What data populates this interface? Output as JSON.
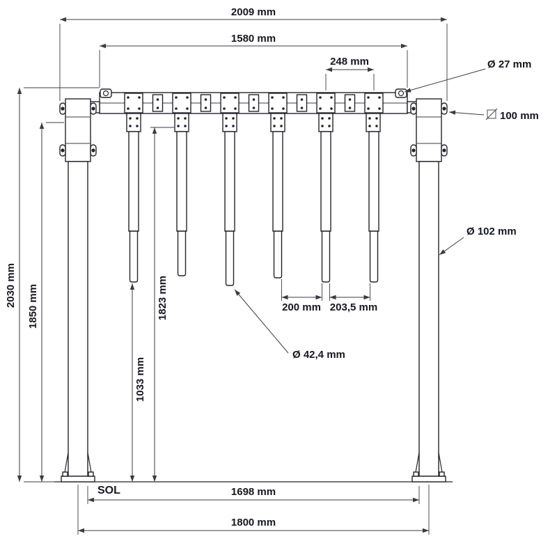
{
  "labels": {
    "dim_overall_width": "2009 mm",
    "dim_rail_length": "1580 mm",
    "dim_hanger_spacing": "248 mm",
    "dim_hole_diameter": "Ø 27 mm",
    "dim_rail_section": "100 mm",
    "dim_post_diameter": "Ø 102 mm",
    "dim_tube_diameter": "Ø 42,4 mm",
    "dim_gap_small": "200 mm",
    "dim_gap_large": "203,5 mm",
    "dim_total_height": "2030 mm",
    "dim_clamp_height": "1850 mm",
    "dim_under_rail": "1823 mm",
    "dim_tube_clearance": "1033 mm",
    "dim_inner_span": "1698 mm",
    "dim_post_centers": "1800 mm",
    "ground_label": "SOL"
  },
  "icons": {
    "square_section": "square-section-icon"
  },
  "colors": {
    "line": "#23232b",
    "dimension_line": "#3a3a44",
    "text": "#171722",
    "background": "#ffffff"
  }
}
